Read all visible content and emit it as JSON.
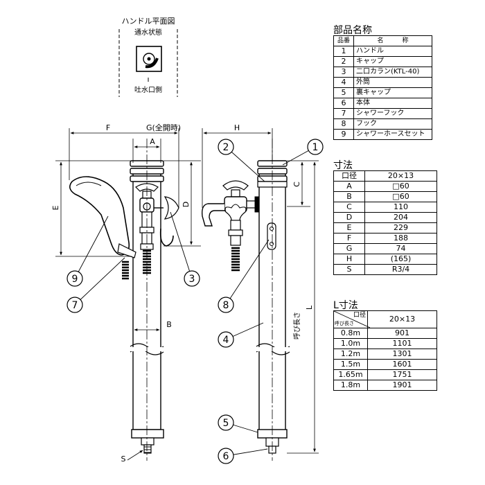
{
  "handle_view": {
    "title": "ハンドル平面図",
    "top_label": "通水状態",
    "bottom_label": "吐水口側"
  },
  "dims_left": {
    "F": "F",
    "G": "G(全開時)",
    "A": "A",
    "D": "D",
    "E": "E",
    "B": "B",
    "S": "S"
  },
  "dims_right": {
    "H": "H",
    "C": "C",
    "L": "L",
    "yobi": "呼び長さ"
  },
  "callouts": [
    "1",
    "2",
    "3",
    "4",
    "5",
    "6",
    "7",
    "8",
    "9"
  ],
  "parts": {
    "title": "部品名称",
    "head_no": "品番",
    "head_name": "名　　　称",
    "rows": [
      {
        "no": "1",
        "name": "ハンドル"
      },
      {
        "no": "2",
        "name": "キャップ"
      },
      {
        "no": "3",
        "name": "二口カラン(KTL-40)"
      },
      {
        "no": "4",
        "name": "外筒"
      },
      {
        "no": "5",
        "name": "裏キャップ"
      },
      {
        "no": "6",
        "name": "本体"
      },
      {
        "no": "7",
        "name": "シャワーフック"
      },
      {
        "no": "8",
        "name": "フック"
      },
      {
        "no": "9",
        "name": "シャワーホースセット"
      }
    ]
  },
  "dims": {
    "title": "寸法",
    "head_key": "口径",
    "head_val": "20×13",
    "rows": [
      {
        "k": "A",
        "v": "□60"
      },
      {
        "k": "B",
        "v": "□60"
      },
      {
        "k": "C",
        "v": "110"
      },
      {
        "k": "D",
        "v": "204"
      },
      {
        "k": "E",
        "v": "229"
      },
      {
        "k": "F",
        "v": "188"
      },
      {
        "k": "G",
        "v": "74"
      },
      {
        "k": "H",
        "v": "(165)"
      },
      {
        "k": "S",
        "v": "R3/4"
      }
    ]
  },
  "ldims": {
    "title": "L寸法",
    "head_top": "口径",
    "head_bottom": "呼び長さ",
    "head_val": "20×13",
    "rows": [
      {
        "k": "0.8m",
        "v": "901"
      },
      {
        "k": "1.0m",
        "v": "1101"
      },
      {
        "k": "1.2m",
        "v": "1301"
      },
      {
        "k": "1.5m",
        "v": "1601"
      },
      {
        "k": "1.65m",
        "v": "1751"
      },
      {
        "k": "1.8m",
        "v": "1901"
      }
    ]
  }
}
